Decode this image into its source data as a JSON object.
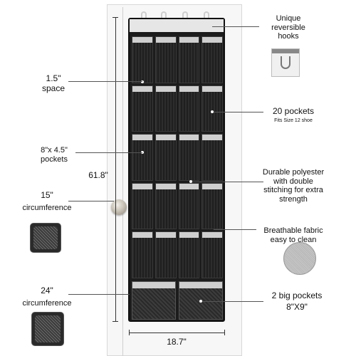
{
  "dimensions": {
    "height": "61.8\"",
    "width": "18.7\"",
    "space": "1.5\"\nspace",
    "pocket_size": "8\"x 4.5\"\npockets",
    "circumference_small": "15\"",
    "circumference_small_label": "circumference",
    "circumference_large": "24\"",
    "circumference_large_label": "circumference"
  },
  "features": {
    "hooks": "Unique\nreversible\nhooks",
    "pockets_count": "20 pockets",
    "pockets_fit": "Fits Size 12 shoe",
    "material": "Durable polyester\nwith double\nstitching for extra\nstrength",
    "fabric": "Breathable fabric\neasy to clean",
    "big_pockets": "2 big pockets",
    "big_pockets_size": "8\"X9\""
  },
  "colors": {
    "organizer": "#1c1c1c",
    "trim": "#cfcfcf",
    "door": "#f7f7f7"
  }
}
